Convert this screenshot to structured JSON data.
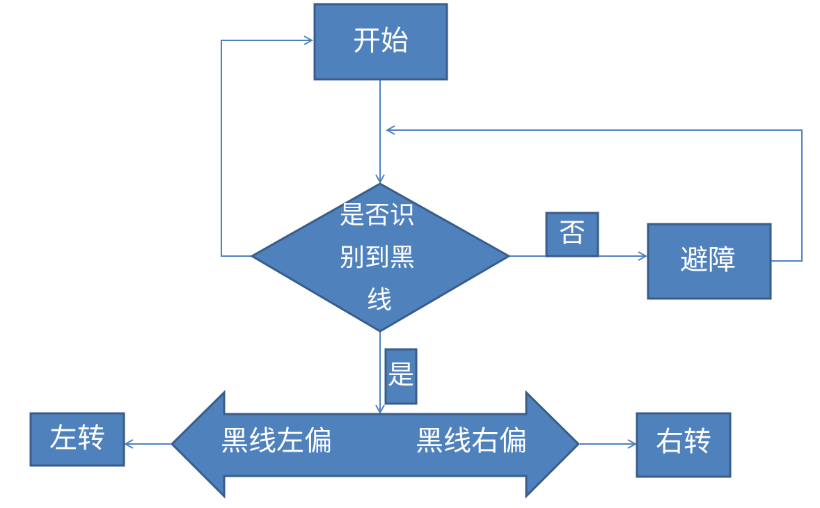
{
  "diagram": {
    "start": {
      "label": "开始"
    },
    "decision": {
      "lines": [
        "是否识",
        "别到黑",
        "线"
      ]
    },
    "avoid": {
      "label": "避障"
    },
    "branch_no": {
      "label": "否"
    },
    "branch_yes": {
      "label": "是"
    },
    "black_line_left": {
      "label": "黑线左偏"
    },
    "black_line_right": {
      "label": "黑线右偏"
    },
    "turn_left": {
      "label": "左转"
    },
    "turn_right": {
      "label": "右转"
    }
  },
  "colors": {
    "fill": "#4f81bd",
    "stroke": "#385d8a",
    "text": "#ffffff",
    "connector": "#4f81bd",
    "background": "#ffffff"
  }
}
